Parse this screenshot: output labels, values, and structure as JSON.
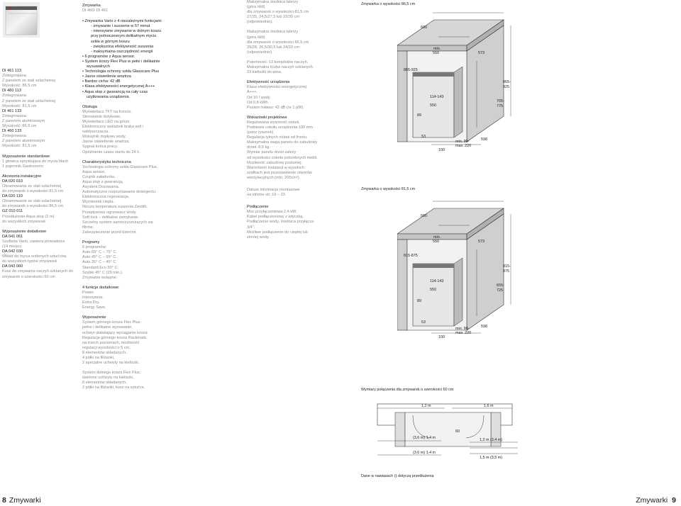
{
  "left_col": {
    "models": [
      {
        "code": "DI 461 113",
        "lines": [
          "Zintegrowana",
          "Z panelem ze stali szlachetnej",
          "Wysokość: 86,5 cm"
        ]
      },
      {
        "code": "DI 460 113",
        "lines": [
          "Zintegrowana",
          "Z panelem ze stali szlachetnej",
          "Wysokość: 81,5 cm"
        ]
      },
      {
        "code": "DI 461 133",
        "lines": [
          "Zintegrowana",
          "Z panelem aluminiowym",
          "Wysokość: 86,5 cm"
        ]
      },
      {
        "code": "DI 460 133",
        "lines": [
          "Zintegrowana",
          "Z panelem aluminiowym",
          "Wysokość: 81,5 cm"
        ]
      }
    ],
    "standard": {
      "heading": "Wyposażenie standardowe",
      "lines": [
        "1 głowica spryskująca do mycia blach",
        "1 pojemnik Gastronorm"
      ]
    },
    "installation": {
      "heading": "Akcesoria instalacyjne",
      "items": [
        {
          "code": "DA 020 010",
          "lines": [
            "Obramowanie ze stali szlachetnej",
            "do zmywarek o wysokości 81,5 cm"
          ]
        },
        {
          "code": "DA 020 110",
          "lines": [
            "Obramowanie ze stali szlachetnej",
            "do zmywarek o wysokości 86,5 cm"
          ]
        },
        {
          "code": "GZ 010 011",
          "lines": [
            "Przedłużenie Aqua stop (2 m)",
            "do wszystkich zmywarek"
          ]
        }
      ]
    },
    "extra": {
      "heading": "Wyposażenie dodatkowe",
      "items": [
        {
          "code": "DA 041 061",
          "lines": [
            "Szuflada Vario, zawiera prowadnice",
            "(14 miejsc)"
          ]
        },
        {
          "code": "DA 042 030",
          "lines": [
            "Wkład do mycia srebrnych sztućców,",
            "do wszystkich typów zmywarek"
          ]
        },
        {
          "code": "DA 043 060",
          "lines": [
            "Kosz do zmywania naczyń szklanych do",
            "zmywarek o szerokości 60 cm"
          ]
        }
      ]
    }
  },
  "mid_col": {
    "title": "Zmywarka",
    "subtitle": "DI 460/ DI 461",
    "features": [
      "Zmywarka Vario z 4 niezależnymi funkcjami",
      "6 programów z Aqua sensor.",
      "System koszy Flex Plus w pełni i delikatnie wysuwalnych",
      "Technologia ochrony szkła Glasscare Plus",
      "Jasne oświetlenie wnętrza",
      "Bardzo cicha: 42 dB",
      "Klasa efektywności energetycznej A+++",
      "Aqua stop z gwarancją na cały czas użytkowania urządzenia"
    ],
    "vario_sub": [
      "- zmywanie i suszenie w 57 minut",
      "- intensywne zmywanie w dolnym koszu przy jednoczesnym delikatnym myciu szkła w górnym koszu",
      "- zwiększona efektywność suszenia",
      "- maksymalna oszczędność energii"
    ],
    "obsluga": {
      "heading": "Obsługa",
      "lines": [
        "Wyświetlacz TFT na froncie.",
        "Sterowanie dotykowe.",
        "Wyświetlacz LED na górze",
        "Elektroniczny wskaźnik braku soli i nabłyszczacza.",
        "Wskaźnik dopływu wody.",
        "Jasne oświetlenie wnętrza.",
        "Sygnał końca pracy.",
        "Opóźnienie czasu startu do 24 h."
      ]
    },
    "tech": {
      "heading": "Charakterystyka techniczna",
      "lines": [
        "Technologia ochrony szkła Glasscare Plus.",
        "Aqua sensor.",
        "Czujnik załadunku.",
        "Aqua stop z gwarancją.",
        "Asystent Dozowania.",
        "Automatyczne rozpoznawanie detergentu.",
        "Elektroniczna regeneracja.",
        "Wymiennik ciepła.",
        "Niższa temperatura suszenia Zeolith.",
        "Przepływowy ogrzewacz wody.",
        "Soft lock – delikatne zamykanie.",
        "Szczelny system samoczyszczących się filtrów.",
        "Zabezpieczenie przed dziećmi."
      ]
    },
    "programs": {
      "heading": "Programy",
      "lines": [
        "6 programów:",
        "Auto 65° C – 75° C.",
        "Auto 45° C – 65° C.",
        "Auto 35° C – 45° C.",
        "Standard Eco 50° C.",
        "Szybki 45° C (29 min.).",
        "Zmywanie wstępne."
      ]
    },
    "functions": {
      "heading": "4 funkcje dodatkowe:",
      "lines": [
        "Power.",
        "Intensywna.",
        "Extra Dry.",
        "Energy Save."
      ]
    },
    "equip": {
      "heading": "Wyposażenie",
      "lines": [
        "System górnego kosza Flex Plus:",
        "pełne i delikatne wysuwanie,",
        "uchwyt ułatwiający wyciąganie kosza",
        "Regulacja górnego kosza Rackmatic",
        "na trzech poziomach, możliwość",
        "regulacji wysokości o 5 cm,",
        "8 elementów składanych,",
        "4 półki na filiżanki,",
        "2 specjalne uchwyty na kieliszki."
      ]
    },
    "equip2": {
      "lines": [
        "System dolnego kosza Flex Plus:",
        "dzielone uchwyty na kieliszki,",
        "8 elementów składanych,",
        "2 półki na filiżanki, kosz na sztućce."
      ]
    }
  },
  "right_col": {
    "plates_top": {
      "lines": [
        "Maksymalna średnica talerzy",
        "(góra /dół)",
        "dla zmywarek o wysokości 81,5 cm",
        "27/25, 24,5/27,5 lub 22/30 cm",
        "(odpowiednio)."
      ]
    },
    "plates_bot": {
      "lines": [
        "Maksymalna średnica talerzy",
        "(góra /dół)",
        "dla zmywarek o wysokości 86,5 cm",
        "29/28, 26,5/30,5 lub 24/33 cm",
        "(odpowiednio)."
      ]
    },
    "capacity": {
      "lines": [
        "Pojemność: 13 kompletów naczyń.",
        "Maksymalna liczba naczyń szklanych:",
        "23 kieliszki do wina."
      ]
    },
    "efficiency": {
      "heading": "Efektywność urządzenia",
      "lines": [
        "Klasa efektywności energetycznej",
        "A+++.",
        "Od 10 l wody.",
        "Od 0,8 kWh.",
        "Poziom hałasu: 42 dB (re 1 pW)."
      ]
    },
    "install": {
      "heading": "Wskazówki projektowe",
      "lines": [
        "Regulowana wysokość nóżek.",
        "Podniesie cokołu urządzenia 100 mm",
        "(patrz rysunek).",
        "Regulacja tylnych nóżek od frontu.",
        "Maksymalna waga panelu do zabudowy",
        "drzwi: 8,5 kg.",
        "Wymiar panelu drzwi zależy",
        "od wysokości cokołu potrzebnych mebli.",
        "Możliwość zabudowy poziomej.",
        "Warunkiem instalacji w wysokich",
        "szafkach jest pozostawienie otworów",
        "wentylacyjnych (min. 200cm²)."
      ]
    },
    "more": {
      "lines": [
        "Dalsze informacje montażowe",
        "na stronie str. 16 – 23."
      ]
    },
    "connect": {
      "heading": "Podłączenie",
      "lines": [
        "Moc przyłączeniowa 2,4 kW.",
        "Kabel podłączeniowy z wtyczką.",
        "Podłączenie wody, średnica przyłącza",
        "3/4\".",
        "Możliwe podłączenie do ciepłej lub",
        "zimnej wody."
      ]
    }
  },
  "diagrams": {
    "top_title": "Zmywarka o wysokości 86,5 cm",
    "mid_title": "Zmywarka o wysokości 81,5 cm",
    "conn_title": "Wymiary połączenia dla zmywarek o szerokości 60 cm",
    "conn_note": "Dane w nawiasach () dotyczą przedłużenia",
    "top_labels": {
      "w600": "600",
      "min550": "min.",
      "min550b": "550",
      "w573": "573",
      "h865": "865-925",
      "h865r": "865-",
      "h925r": "925",
      "d114": "114-143",
      "d550": "550",
      "h705": "705-",
      "h775": "775",
      "h89": "89",
      "h53": "53",
      "h100": "100",
      "min90": "min. 90-",
      "max220": "max. 220",
      "w598": "598"
    },
    "mid_labels": {
      "w600": "600",
      "min550": "min.",
      "min550b": "550",
      "w573": "573",
      "h815": "815-875",
      "h815r": "815-",
      "h875r": "875",
      "d114": "114-143",
      "d550": "550",
      "h655": "655-",
      "h725": "725",
      "h89": "89",
      "h53": "53",
      "h100": "100",
      "min90": "min. 90-",
      "max220": "max. 220",
      "w598": "598"
    },
    "conn_labels": {
      "l12": "1,2 m",
      "r16": "1,6 m",
      "d36a": "(3,6 m) 1,4 m",
      "d60": "60",
      "d36b": "(3,6 m) 1,4 m",
      "d12": "1,2 m (3,4 m)",
      "d15": "1,5 m (3,5 m)"
    }
  },
  "footer": {
    "left_num": "8",
    "left_txt": "Zmywarki",
    "right_txt": "Zmywarki",
    "right_num": "9"
  }
}
